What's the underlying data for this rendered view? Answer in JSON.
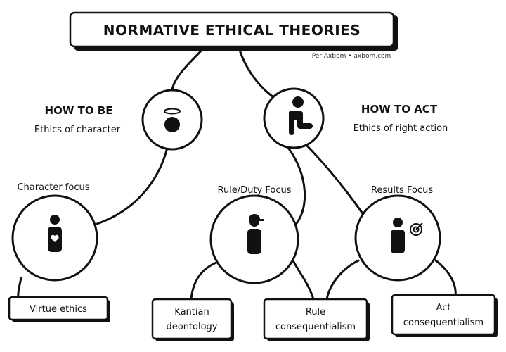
{
  "title": "NORMATIVE ETHICAL THEORIES",
  "credit": "Per Axbom • axbom.com",
  "how_to_be": {
    "heading": "HOW TO BE",
    "subheading": "Ethics of character"
  },
  "how_to_act": {
    "heading": "HOW TO ACT",
    "subheading": "Ethics of right action"
  },
  "focuses": {
    "character": "Character focus",
    "rule_duty": "Rule/Duty Focus",
    "results": "Results Focus"
  },
  "leaves": {
    "virtue": [
      "Virtue ethics"
    ],
    "kantian": [
      "Kantian",
      "deontology"
    ],
    "rule_cons": [
      "Rule",
      "consequentialism"
    ],
    "act_cons": [
      "Act",
      "consequentialism"
    ]
  },
  "icons": {
    "be_icon": "halo-figure-icon",
    "act_icon": "walking-figure-icon",
    "character_icon": "heart-person-icon",
    "rule_icon": "cap-person-icon",
    "results_icon": "target-person-icon"
  }
}
